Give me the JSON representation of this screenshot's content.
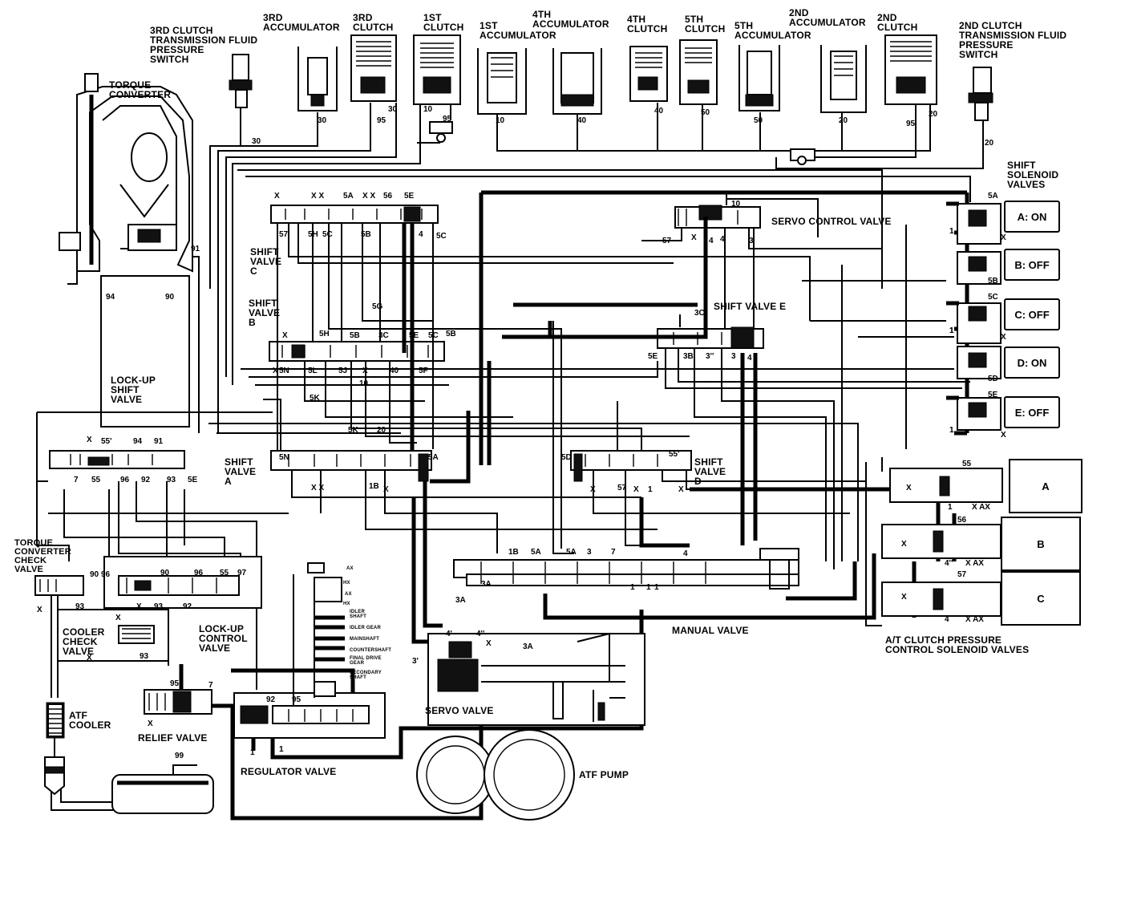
{
  "labels": {
    "clutch3_switch": "3RD CLUTCH\nTRANSMISSION FLUID\nPRESSURE\nSWITCH",
    "acc3": "3RD\nACCUMULATOR",
    "clutch3": "3RD\nCLUTCH",
    "clutch1": "1ST\nCLUTCH",
    "acc1": "1ST\nACCUMULATOR",
    "acc4": "4TH\nACCUMULATOR",
    "clutch4": "4TH\nCLUTCH",
    "clutch5": "5TH\nCLUTCH",
    "acc5": "5TH\nACCUMULATOR",
    "acc2": "2ND\nACCUMULATOR",
    "clutch2": "2ND\nCLUTCH",
    "clutch2_switch": "2ND CLUTCH\nTRANSMISSION FLUID\nPRESSURE\nSWITCH",
    "torque_converter": "TORQUE\nCONVERTER",
    "shift_solenoid_valves": "SHIFT\nSOLENOID\nVALVES",
    "servo_control_valve": "SERVO CONTROL VALVE",
    "shift_valve_c": "SHIFT\nVALVE\nC",
    "shift_valve_b": "SHIFT\nVALVE\nB",
    "shift_valve_e": "SHIFT VALVE E",
    "lockup_shift_valve": "LOCK-UP\nSHIFT\nVALVE",
    "shift_valve_a": "SHIFT\nVALVE\nA",
    "shift_valve_d": "SHIFT\nVALVE\nD",
    "tc_check_valve": "TORQUE\nCONVERTER\nCHECK\nVALVE",
    "cooler_check_valve": "COOLER\nCHECK\nVALVE",
    "lockup_control_valve": "LOCK-UP\nCONTROL\nVALVE",
    "manual_valve": "MANUAL VALVE",
    "at_clutch_solenoids": "A/T CLUTCH PRESSURE\nCONTROL SOLENOID VALVES",
    "atf_cooler": "ATF\nCOOLER",
    "relief_valve": "RELIEF VALVE",
    "servo_valve": "SERVO VALVE",
    "regulator_valve": "REGULATOR VALVE",
    "atf_pump": "ATF PUMP"
  },
  "shaft_labels": {
    "idler_shaft": "IDLER\nSHAFT",
    "idler_gear": "IDLER GEAR",
    "mainshaft": "MAINSHAFT",
    "countershaft": "COUNTERSHAFT",
    "final_drive": "FINAL DRIVE\nGEAR",
    "secondary_shaft": "SECONDARY\nSHAFT",
    "ax": "AX",
    "hx1": "HX",
    "ax2": "AX",
    "hx2": "HX"
  },
  "solenoids": [
    {
      "label": "A: ON",
      "port": "5A",
      "aux": "X"
    },
    {
      "label": "B: OFF",
      "port": "5B",
      "aux": "X"
    },
    {
      "label": "C: OFF",
      "port": "5C",
      "aux": "1"
    },
    {
      "label": "D: ON",
      "port": "5D",
      "aux": "X"
    },
    {
      "label": "E: OFF",
      "port": "5E",
      "aux": "1"
    }
  ],
  "clutch_solenoids": [
    {
      "label": "A",
      "port": "55",
      "bottom": "1",
      "tail": "X AX",
      "x": "X"
    },
    {
      "label": "B",
      "port": "56",
      "bottom": "4''",
      "tail": "X AX",
      "x": "X"
    },
    {
      "label": "C",
      "port": "57",
      "bottom": "4",
      "tail": "X AX",
      "x": "X"
    }
  ],
  "ports": [
    {
      "t": "30"
    },
    {
      "t": "30"
    },
    {
      "t": "95"
    },
    {
      "t": "30"
    },
    {
      "t": "10"
    },
    {
      "t": "95"
    },
    {
      "t": "10"
    },
    {
      "t": "40"
    },
    {
      "t": "40"
    },
    {
      "t": "50"
    },
    {
      "t": "50"
    },
    {
      "t": "20"
    },
    {
      "t": "95"
    },
    {
      "t": "20"
    },
    {
      "t": "20"
    },
    {
      "t": "91"
    },
    {
      "t": "94"
    },
    {
      "t": "90"
    },
    {
      "t": "X"
    },
    {
      "t": "X X"
    },
    {
      "t": "5A"
    },
    {
      "t": "X X"
    },
    {
      "t": "56"
    },
    {
      "t": "5E"
    },
    {
      "t": "57"
    },
    {
      "t": "5H"
    },
    {
      "t": "5C"
    },
    {
      "t": "5B"
    },
    {
      "t": "4"
    },
    {
      "t": "5C"
    },
    {
      "t": "10"
    },
    {
      "t": "57"
    },
    {
      "t": "X"
    },
    {
      "t": "4"
    },
    {
      "t": "4"
    },
    {
      "t": "3"
    },
    {
      "t": "1"
    },
    {
      "t": "1"
    },
    {
      "t": "5G"
    },
    {
      "t": "3C"
    },
    {
      "t": "X"
    },
    {
      "t": "5H"
    },
    {
      "t": "5B"
    },
    {
      "t": "3C"
    },
    {
      "t": "5E"
    },
    {
      "t": "5C"
    },
    {
      "t": "5B"
    },
    {
      "t": "X"
    },
    {
      "t": "5N"
    },
    {
      "t": "5L"
    },
    {
      "t": "5J"
    },
    {
      "t": "X"
    },
    {
      "t": "40"
    },
    {
      "t": "5F"
    },
    {
      "t": "10"
    },
    {
      "t": "5E"
    },
    {
      "t": "3B"
    },
    {
      "t": "3''"
    },
    {
      "t": "3"
    },
    {
      "t": "4"
    },
    {
      "t": "5K"
    },
    {
      "t": "5K"
    },
    {
      "t": "20"
    },
    {
      "t": "X"
    },
    {
      "t": "55'"
    },
    {
      "t": "94"
    },
    {
      "t": "91"
    },
    {
      "t": "7"
    },
    {
      "t": "55"
    },
    {
      "t": "96"
    },
    {
      "t": "92"
    },
    {
      "t": "93"
    },
    {
      "t": "5E"
    },
    {
      "t": "5N"
    },
    {
      "t": "X X"
    },
    {
      "t": "1B"
    },
    {
      "t": "X"
    },
    {
      "t": "5A"
    },
    {
      "t": "5D"
    },
    {
      "t": "X"
    },
    {
      "t": "57"
    },
    {
      "t": "X"
    },
    {
      "t": "1"
    },
    {
      "t": "X"
    },
    {
      "t": "55'"
    },
    {
      "t": "1B"
    },
    {
      "t": "5A"
    },
    {
      "t": "5A"
    },
    {
      "t": "3"
    },
    {
      "t": "7"
    },
    {
      "t": "4"
    },
    {
      "t": "3A"
    },
    {
      "t": "3A"
    },
    {
      "t": "1"
    },
    {
      "t": "90"
    },
    {
      "t": "96"
    },
    {
      "t": "90"
    },
    {
      "t": "96"
    },
    {
      "t": "55"
    },
    {
      "t": "97"
    },
    {
      "t": "X"
    },
    {
      "t": "X"
    },
    {
      "t": "93"
    },
    {
      "t": "93"
    },
    {
      "t": "X"
    },
    {
      "t": "92"
    },
    {
      "t": "X"
    },
    {
      "t": "93"
    },
    {
      "t": "4'"
    },
    {
      "t": "4''"
    },
    {
      "t": "X"
    },
    {
      "t": "3A"
    },
    {
      "t": "3'"
    },
    {
      "t": "95"
    },
    {
      "t": "7"
    },
    {
      "t": "X"
    },
    {
      "t": "92"
    },
    {
      "t": "95"
    },
    {
      "t": "1"
    },
    {
      "t": "1"
    },
    {
      "t": "99"
    },
    {
      "t": "1"
    },
    {
      "t": "1"
    }
  ]
}
